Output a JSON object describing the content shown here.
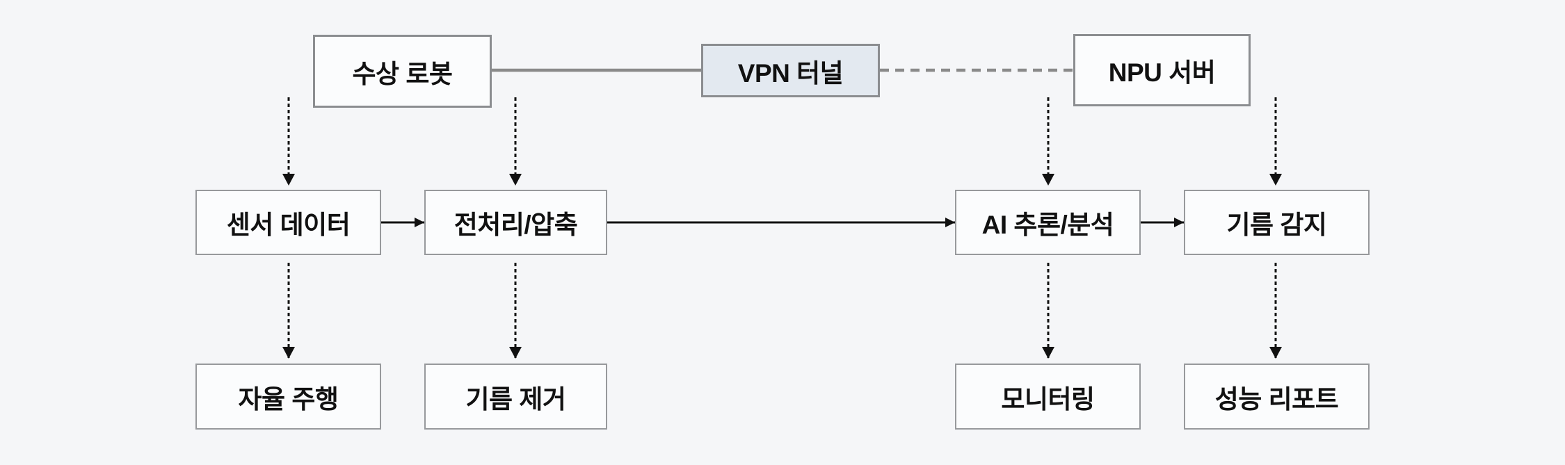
{
  "diagram": {
    "nodes": {
      "water_robot": {
        "label": "수상 로봇"
      },
      "vpn_tunnel": {
        "label": "VPN 터널"
      },
      "npu_server": {
        "label": "NPU 서버"
      },
      "sensor_data": {
        "label": "센서 데이터"
      },
      "preprocess": {
        "label": "전처리/압축"
      },
      "ai_inference": {
        "label": "AI 추론/분석"
      },
      "oil_detection": {
        "label": "기름 감지"
      },
      "autonomous_driving": {
        "label": "자율 주행"
      },
      "oil_removal": {
        "label": "기름 제거"
      },
      "monitoring": {
        "label": "모니터링"
      },
      "performance_report": {
        "label": "성능 리포트"
      }
    },
    "edges": [
      {
        "from": "water_robot",
        "to": "vpn_tunnel",
        "style": "solid-gray-line"
      },
      {
        "from": "vpn_tunnel",
        "to": "npu_server",
        "style": "dashed-gray-line"
      },
      {
        "from": "sensor_data",
        "to": "preprocess",
        "style": "solid-black-arrow"
      },
      {
        "from": "preprocess",
        "to": "ai_inference",
        "style": "solid-black-arrow"
      },
      {
        "from": "ai_inference",
        "to": "oil_detection",
        "style": "solid-black-arrow"
      },
      {
        "from": "water_robot",
        "to": "sensor_data",
        "style": "dashed-black-arrow"
      },
      {
        "from": "water_robot",
        "to": "preprocess",
        "style": "dashed-black-arrow"
      },
      {
        "from": "npu_server",
        "to": "ai_inference",
        "style": "dashed-black-arrow"
      },
      {
        "from": "npu_server",
        "to": "oil_detection",
        "style": "dashed-black-arrow"
      },
      {
        "from": "sensor_data",
        "to": "autonomous_driving",
        "style": "dashed-black-arrow"
      },
      {
        "from": "preprocess",
        "to": "oil_removal",
        "style": "dashed-black-arrow"
      },
      {
        "from": "ai_inference",
        "to": "monitoring",
        "style": "dashed-black-arrow"
      },
      {
        "from": "oil_detection",
        "to": "performance_report",
        "style": "dashed-black-arrow"
      }
    ],
    "colors": {
      "page_background": "#f5f6f8",
      "node_fill": "#fbfcfd",
      "vpn_fill": "#e3e9f0",
      "top_border": "#8b8d90",
      "inner_border": "#97999c",
      "gray_connector": "#8a8a8a",
      "black_arrow": "#111111",
      "text": "#111111"
    }
  }
}
